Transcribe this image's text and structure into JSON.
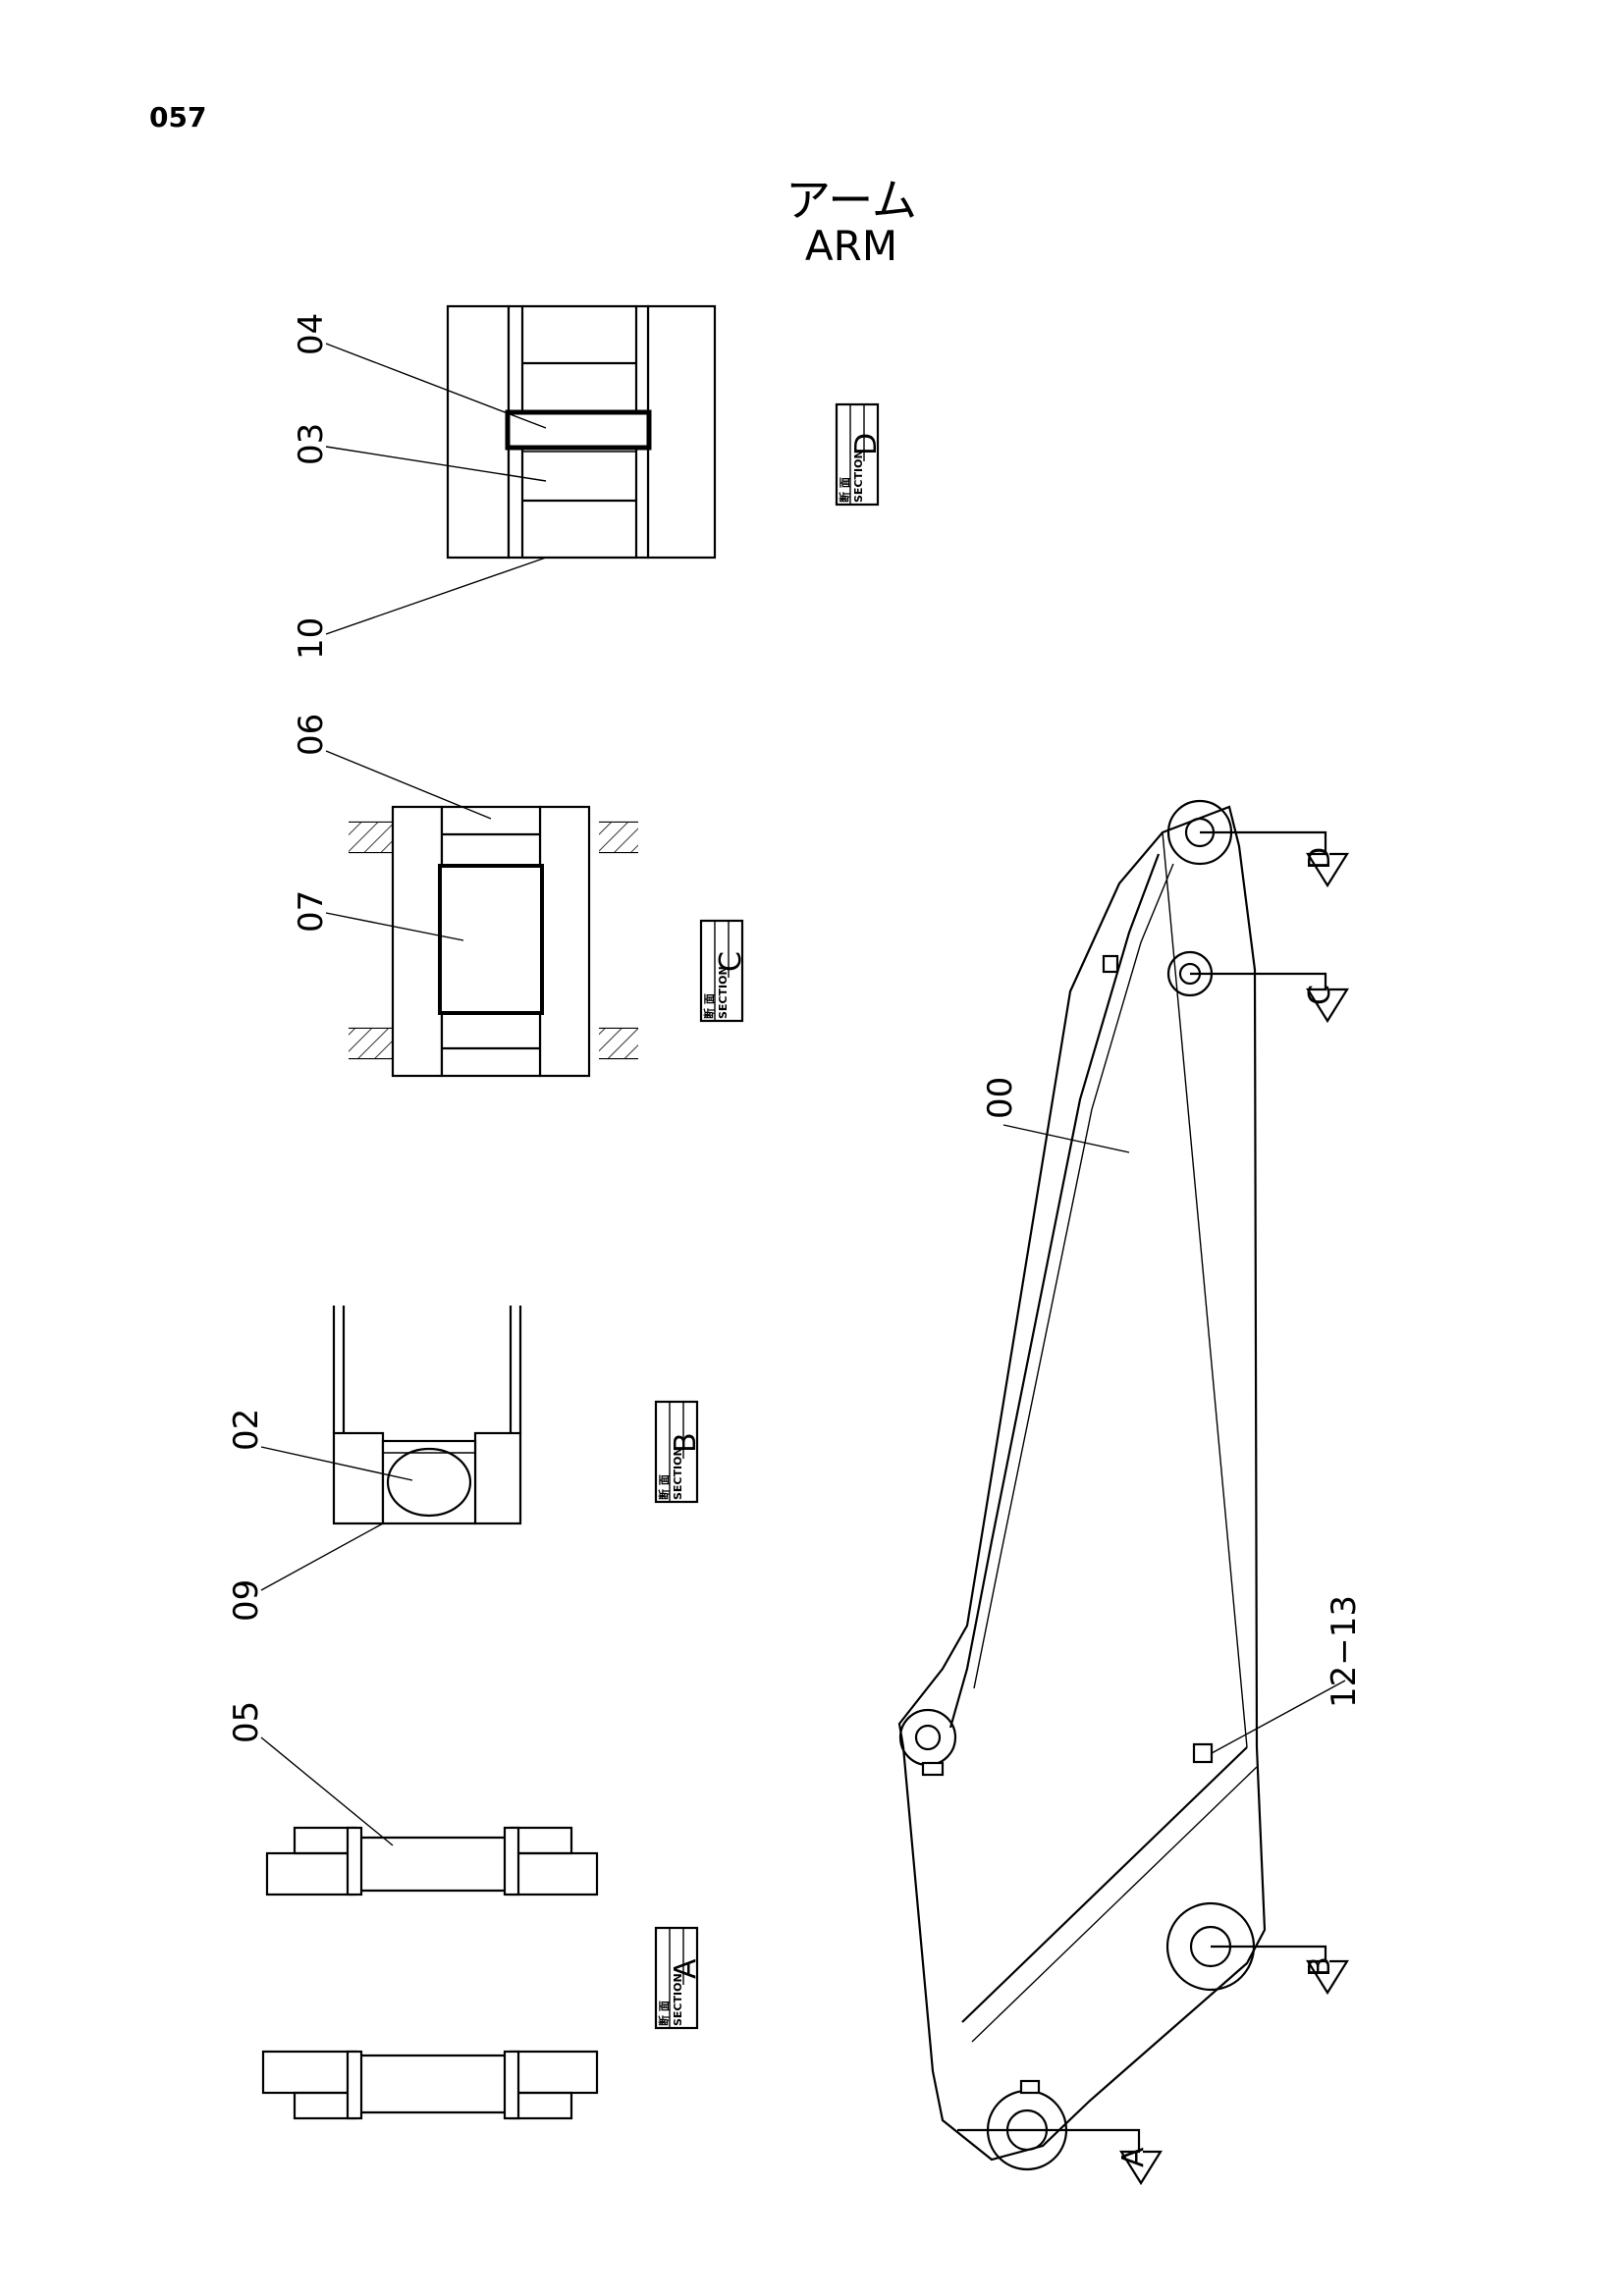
{
  "page_number": "057",
  "title": {
    "japanese": "アーム",
    "english": "ARM"
  },
  "part_labels": [
    "04",
    "03",
    "10",
    "06",
    "07",
    "02",
    "09",
    "05",
    "00",
    "12−13"
  ],
  "sections": [
    {
      "kanji": "断 面",
      "word": "SECTION",
      "letter": "D"
    },
    {
      "kanji": "断 面",
      "word": "SECTION",
      "letter": "C"
    },
    {
      "kanji": "断 面",
      "word": "SECTION",
      "letter": "B"
    },
    {
      "kanji": "断 面",
      "word": "SECTION",
      "letter": "A"
    }
  ],
  "section_arrows": [
    "D",
    "C",
    "B",
    "A"
  ]
}
